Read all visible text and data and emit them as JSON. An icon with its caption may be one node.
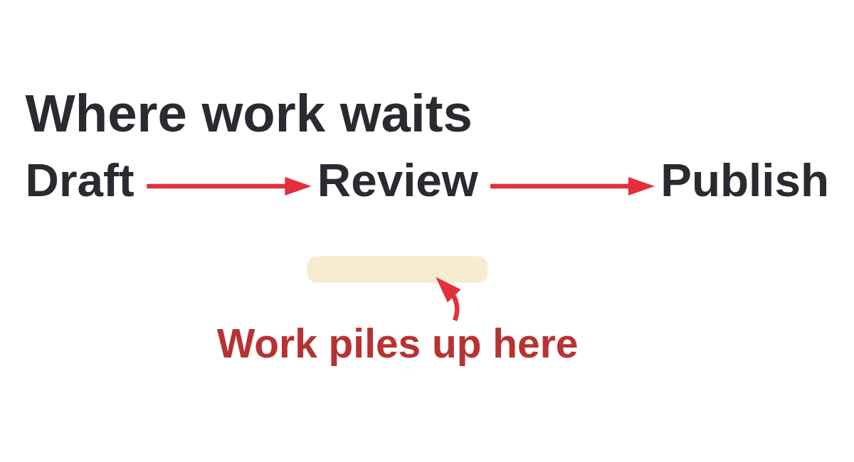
{
  "diagram": {
    "title": "Where work waits",
    "nodes": [
      {
        "text": [
          "Draft"
        ]
      },
      {
        "text": [
          "Review"
        ]
      },
      {
        "text": [
          "Publish"
        ]
      },
      {
        "text": [],
        "shape": "bar"
      },
      {
        "text": [
          "Work piles up here"
        ]
      }
    ],
    "edges": [
      {
        "from": 0,
        "to": 1,
        "arrow": "to"
      },
      {
        "from": 1,
        "to": 2,
        "arrow": "to"
      },
      {
        "from": 4,
        "to": 3,
        "arrow": "to"
      }
    ]
  }
}
